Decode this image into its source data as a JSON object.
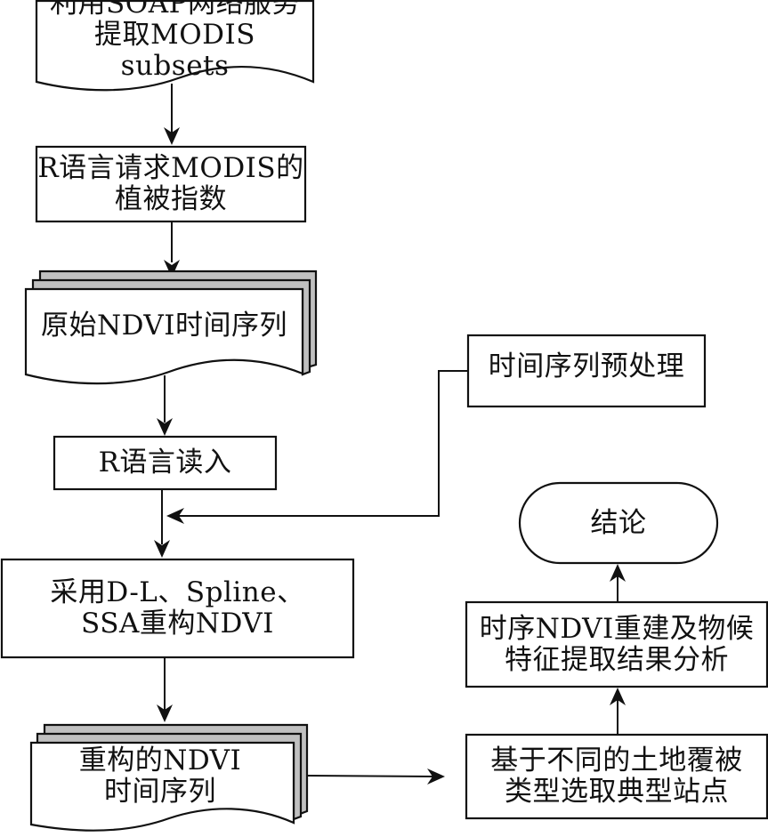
{
  "diagram": {
    "nodes": [
      {
        "id": "soap",
        "shape": "document",
        "lines": [
          "利用SOAP网络服务",
          "提取MODIS subsets"
        ]
      },
      {
        "id": "r-request",
        "shape": "process",
        "lines": [
          "R语言请求MODIS的",
          "植被指数"
        ]
      },
      {
        "id": "raw-ndvi",
        "shape": "multi-document",
        "lines": [
          "原始NDVI时间序列"
        ]
      },
      {
        "id": "r-read",
        "shape": "process",
        "lines": [
          "R语言读入"
        ]
      },
      {
        "id": "preprocess",
        "shape": "process",
        "lines": [
          "时间序列预处理"
        ]
      },
      {
        "id": "reconstruct",
        "shape": "process",
        "lines": [
          "采用D-L、Spline、",
          "SSA重构NDVI"
        ]
      },
      {
        "id": "recon-ndvi",
        "shape": "multi-document",
        "lines": [
          "重构的NDVI",
          "时间序列"
        ]
      },
      {
        "id": "select-sites",
        "shape": "process",
        "lines": [
          "基于不同的土地覆被",
          "类型选取典型站点"
        ]
      },
      {
        "id": "analysis",
        "shape": "process",
        "lines": [
          "时序NDVI重建及物候",
          "特征提取结果分析"
        ]
      },
      {
        "id": "conclusion",
        "shape": "terminator",
        "lines": [
          "结论"
        ]
      }
    ],
    "edges": [
      {
        "from": "soap",
        "to": "r-request"
      },
      {
        "from": "r-request",
        "to": "raw-ndvi"
      },
      {
        "from": "raw-ndvi",
        "to": "r-read"
      },
      {
        "from": "r-read",
        "to": "reconstruct"
      },
      {
        "from": "preprocess",
        "to": "reconstruct"
      },
      {
        "from": "reconstruct",
        "to": "recon-ndvi"
      },
      {
        "from": "recon-ndvi",
        "to": "select-sites"
      },
      {
        "from": "select-sites",
        "to": "analysis"
      },
      {
        "from": "analysis",
        "to": "conclusion"
      }
    ]
  }
}
